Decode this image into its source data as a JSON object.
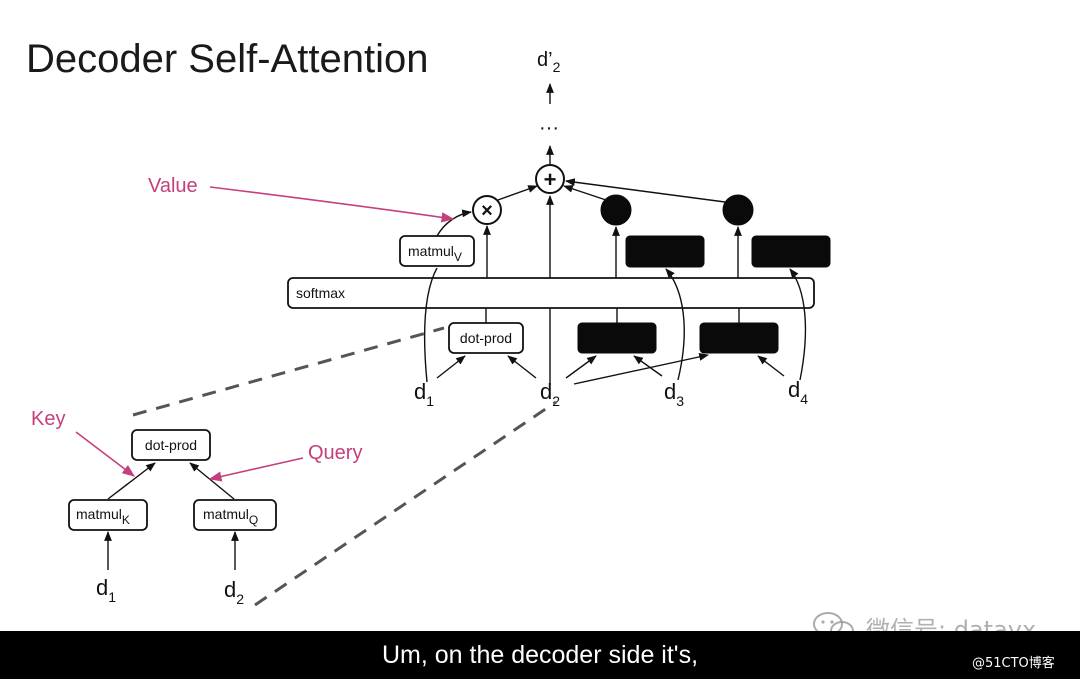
{
  "slide": {
    "title": "Decoder Self-Attention"
  },
  "diagram": {
    "output_label": "d’",
    "output_sub": "2",
    "ellipsis": "···",
    "plus_symbol": "+",
    "times_symbol": "×",
    "softmax_label": "softmax",
    "matmul_v": {
      "base": "matmul",
      "sub": "V"
    },
    "dot_prod_top": "dot-prod",
    "inputs": [
      {
        "base": "d",
        "sub": "1"
      },
      {
        "base": "d",
        "sub": "2"
      },
      {
        "base": "d",
        "sub": "3"
      },
      {
        "base": "d",
        "sub": "4"
      }
    ],
    "zoom": {
      "dot_prod": "dot-prod",
      "matmul_k": {
        "base": "matmul",
        "sub": "K"
      },
      "matmul_q": {
        "base": "matmul",
        "sub": "Q"
      },
      "inputs": [
        {
          "base": "d",
          "sub": "1"
        },
        {
          "base": "d",
          "sub": "2"
        }
      ]
    },
    "annotations": {
      "value": "Value",
      "key": "Key",
      "query": "Query"
    },
    "colors": {
      "annotation": "#c4407d",
      "ink": "#111111"
    }
  },
  "subtitle": "Um, on the decoder side it's,",
  "watermark": "微信号: datayx",
  "credit": "@51CTO博客"
}
